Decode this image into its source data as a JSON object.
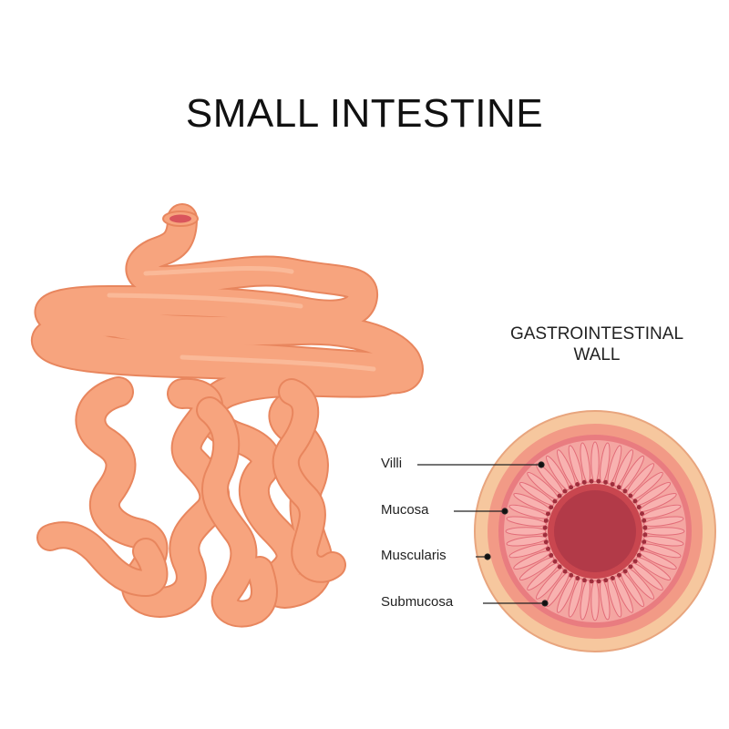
{
  "title": "SMALL INTESTINE",
  "cross_section": {
    "title_line1": "GASTROINTESTINAL",
    "title_line2": "WALL"
  },
  "labels": {
    "villi": "Villi",
    "mucosa": "Mucosa",
    "muscularis": "Muscularis",
    "submucosa": "Submucosa"
  },
  "colors": {
    "intestine_fill": "#F7A47E",
    "intestine_stroke": "#E8865E",
    "outer_layer": "#F6C79E",
    "muscularis_layer": "#F29A86",
    "mucosa_layer": "#E97C80",
    "lumen": "#B23A48",
    "villi": "#F8B2B0"
  }
}
